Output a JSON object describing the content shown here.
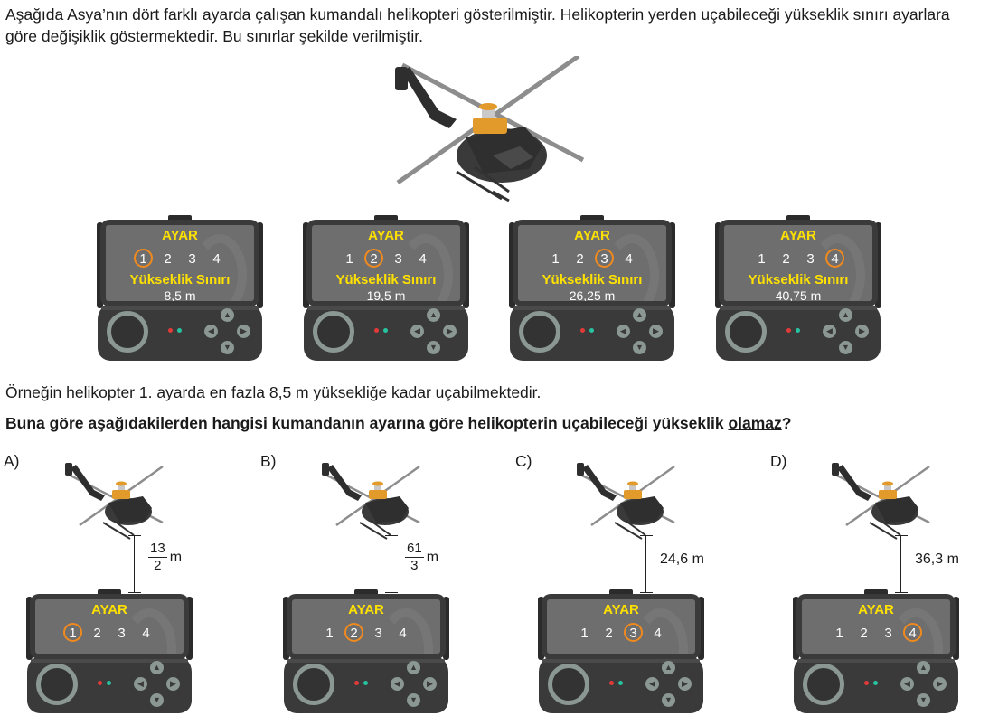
{
  "intro": "Aşağıda Asya’nın dört farklı ayarda çalışan kumandalı helikopteri gösterilmiştir. Helikopterin yerden uçabileceği yükseklik sınırı ayarlara göre değişiklik göstermektedir. Bu sınırlar şekilde verilmiştir.",
  "settings": [
    {
      "title": "AYAR",
      "numbers": [
        "1",
        "2",
        "3",
        "4"
      ],
      "selected": 1,
      "limit_label": "Yükseklik Sınırı",
      "limit_value": "8,5 m"
    },
    {
      "title": "AYAR",
      "numbers": [
        "1",
        "2",
        "3",
        "4"
      ],
      "selected": 2,
      "limit_label": "Yükseklik Sınırı",
      "limit_value": "19,5 m"
    },
    {
      "title": "AYAR",
      "numbers": [
        "1",
        "2",
        "3",
        "4"
      ],
      "selected": 3,
      "limit_label": "Yükseklik Sınırı",
      "limit_value": "26,25 m"
    },
    {
      "title": "AYAR",
      "numbers": [
        "1",
        "2",
        "3",
        "4"
      ],
      "selected": 4,
      "limit_label": "Yükseklik Sınırı",
      "limit_value": "40,75 m"
    }
  ],
  "example": "Örneğin helikopter 1. ayarda en fazla 8,5 m yüksekliğe kadar uçabilmektedir.",
  "question": {
    "before": "Buna göre aşağıdakilerden hangisi kumandanın ayarına göre helikopterin uçabileceği yükseklik ",
    "emphasis": "olamaz",
    "after": "?"
  },
  "options": [
    {
      "letter": "A)",
      "height_num": "13",
      "height_den": "2",
      "unit": "m",
      "title": "AYAR",
      "numbers": [
        "1",
        "2",
        "3",
        "4"
      ],
      "selected": 1
    },
    {
      "letter": "B)",
      "height_num": "61",
      "height_den": "3",
      "unit": "m",
      "title": "AYAR",
      "numbers": [
        "1",
        "2",
        "3",
        "4"
      ],
      "selected": 2
    },
    {
      "letter": "C)",
      "height_int": "24,",
      "height_rep": "6",
      "unit": "m",
      "title": "AYAR",
      "numbers": [
        "1",
        "2",
        "3",
        "4"
      ],
      "selected": 3
    },
    {
      "letter": "D)",
      "height_text": "36,3 m",
      "title": "AYAR",
      "numbers": [
        "1",
        "2",
        "3",
        "4"
      ],
      "selected": 4
    }
  ],
  "colors": {
    "yellow": "#ffe100",
    "orange": "#f08a1e",
    "screen": "#6e6e6e",
    "body": "#3a3a3a"
  }
}
